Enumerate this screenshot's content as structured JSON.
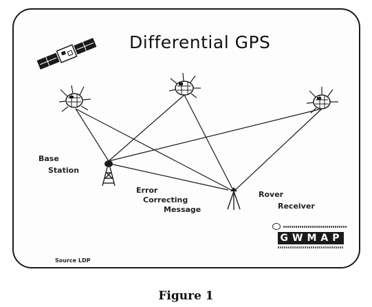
{
  "title": "Differential GPS",
  "labels": {
    "base_station": [
      "Base",
      "Station"
    ],
    "error_message": [
      "Error",
      "Correcting",
      "Message"
    ],
    "rover_receiver": [
      "Rover",
      "Receiver"
    ]
  },
  "source": "Source LDP",
  "logo": {
    "text": "GWMAP"
  },
  "caption": "Figure 1",
  "icons": [
    "satellite-icon",
    "base-station-tower-icon",
    "rover-receiver-icon",
    "gwmap-logo"
  ],
  "colors": {
    "ink": "#111111",
    "frame": "#1a1a1a",
    "background": "#ffffff"
  }
}
